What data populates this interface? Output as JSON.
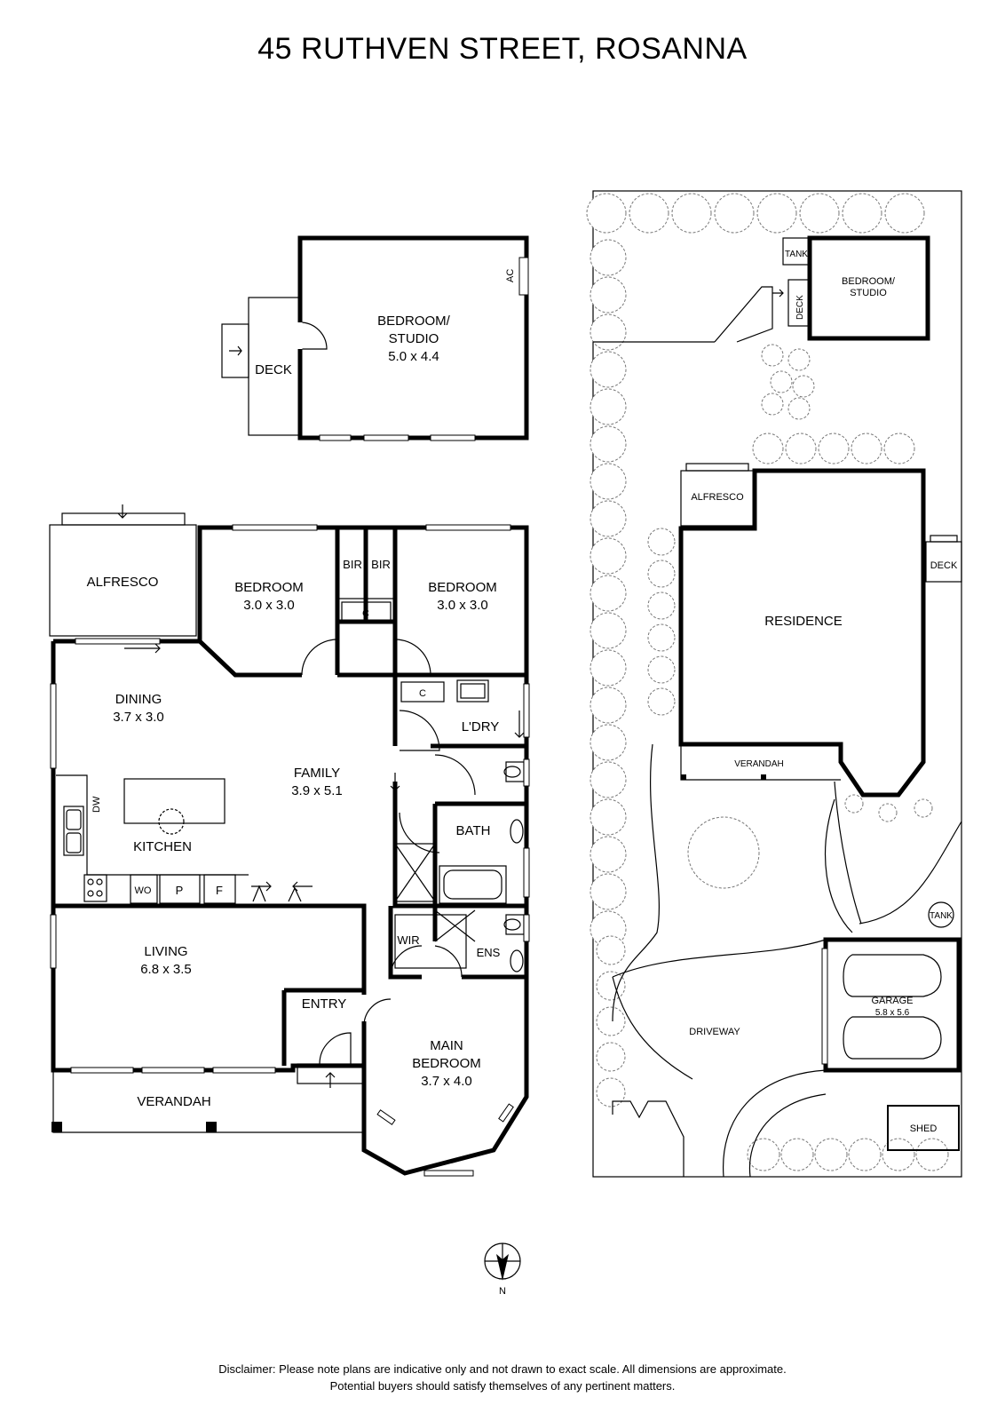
{
  "title": "45 RUTHVEN STREET, ROSANNA",
  "floor_plan": {
    "studio": {
      "name": "BEDROOM/",
      "name2": "STUDIO",
      "dims": "5.0 x 4.4",
      "ac": "AC",
      "deck": "DECK"
    },
    "alfresco": "ALFRESCO",
    "bedroom1": {
      "name": "BEDROOM",
      "dims": "3.0 x 3.0"
    },
    "bedroom2": {
      "name": "BEDROOM",
      "dims": "3.0 x 3.0"
    },
    "bir1": "BIR",
    "bir2": "BIR",
    "cupboard1": "C",
    "cupboard2": "C",
    "dining": {
      "name": "DINING",
      "dims": "3.7 x 3.0"
    },
    "family": {
      "name": "FAMILY",
      "dims": "3.9 x 5.1"
    },
    "kitchen": "KITCHEN",
    "dw": "DW",
    "wo": "WO",
    "pantry": "P",
    "fridge": "F",
    "laundry": "L'DRY",
    "bath": "BATH",
    "living": {
      "name": "LIVING",
      "dims": "6.8 x 3.5"
    },
    "wir": "WIR",
    "ens": "ENS",
    "entry": "ENTRY",
    "main_bedroom": {
      "name": "MAIN",
      "name2": "BEDROOM",
      "dims": "3.7 x 4.0"
    },
    "verandah": "VERANDAH"
  },
  "site_plan": {
    "tank1": "TANK",
    "tank2": "TANK",
    "deck1": "DECK",
    "deck2": "DECK",
    "studio": {
      "name": "BEDROOM/",
      "name2": "STUDIO"
    },
    "alfresco": "ALFRESCO",
    "residence": "RESIDENCE",
    "verandah": "VERANDAH",
    "garage": {
      "name": "GARAGE",
      "dims": "5.8 x 5.6"
    },
    "driveway": "DRIVEWAY",
    "shed": "SHED"
  },
  "compass": {
    "label": "N"
  },
  "disclaimer": {
    "line1": "Disclaimer: Please note plans are indicative only and not drawn to exact scale. All dimensions are approximate.",
    "line2": "Potential buyers should satisfy themselves of any pertinent matters."
  }
}
